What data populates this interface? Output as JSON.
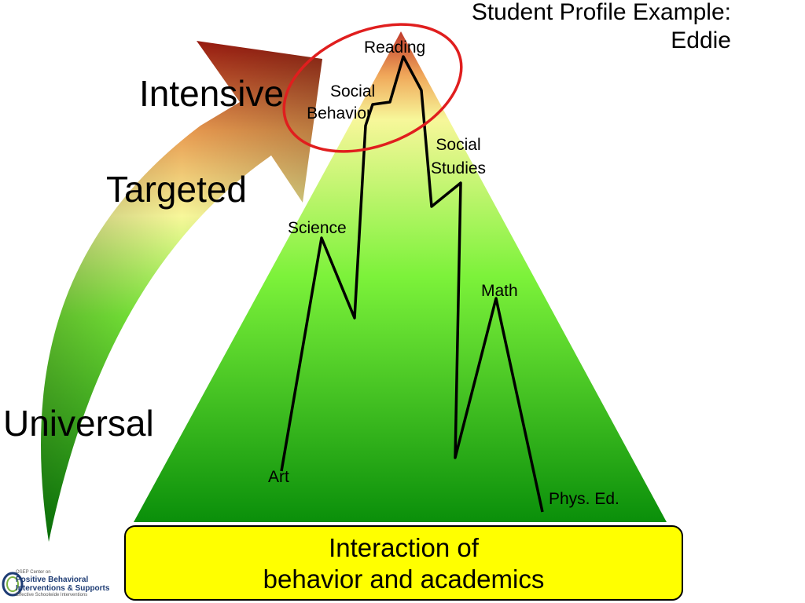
{
  "title": {
    "line1": "Student Profile Example:",
    "line2": "Eddie"
  },
  "tiers": {
    "intensive": "Intensive",
    "targeted": "Targeted",
    "universal": "Universal"
  },
  "peaks": {
    "reading": "Reading",
    "social_behavior_line1": "Social",
    "social_behavior_line2": "Behavior",
    "social_studies_line1": "Social",
    "social_studies_line2": "Studies",
    "science": "Science",
    "math": "Math",
    "art": "Art",
    "phys_ed": "Phys. Ed."
  },
  "bottom_box": {
    "line1": "Interaction of",
    "line2": "behavior and academics"
  },
  "logo": {
    "line1": "OSEP Center on",
    "line2": "Positive Behavioral",
    "line3": "Interventions & Supports",
    "line4": "Effective Schoolwide Interventions"
  },
  "colors": {
    "pyramid_top": "#c0392b",
    "pyramid_yellow": "#f7f79a",
    "pyramid_green": "#36c02a",
    "pyramid_bottom": "#0a8f0a",
    "highlight_ellipse": "#e01e1e",
    "bottom_box": "#ffff00"
  }
}
